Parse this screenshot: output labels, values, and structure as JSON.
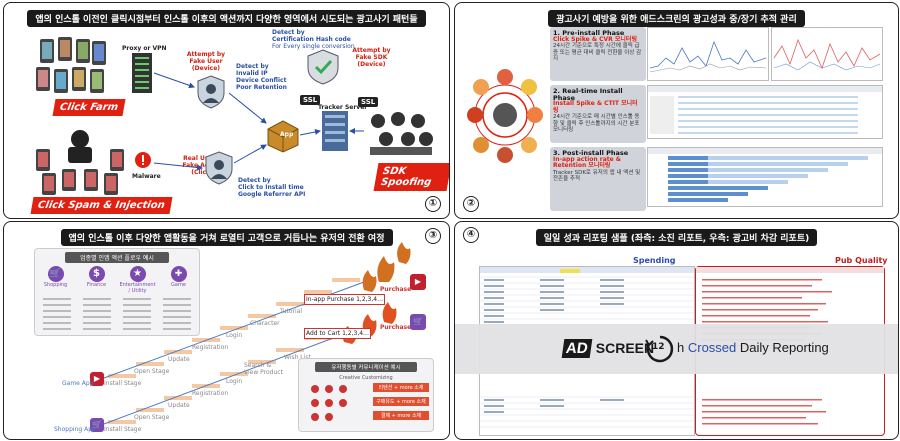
{
  "panel1": {
    "title": "앱의 인스톨 이전인 클릭시점부터 인스톨 이후의 액션까지 다양한 영역에서 시도되는 광고사기 패턴들",
    "number": "①",
    "click_farm": "Click Farm",
    "click_spam": "Click Spam & Injection",
    "sdk_spoofing": "SDK Spoofing",
    "proxy": "Proxy or VPN",
    "malware": "Malware",
    "fake_user_attempt": "Attempt by",
    "fake_user": "Fake User",
    "fake_user_sub": "(Device)",
    "detect1_a": "Detect by",
    "detect1_b": "Invalid IP",
    "detect1_c": "Device Conflict",
    "detect1_d": "Poor Retention",
    "detect2_a": "Detect by",
    "detect2_b": "Certification Hash code",
    "detect2_c": "For Every single conversion",
    "attempt_sdk_a": "Attempt by",
    "attempt_sdk_b": "Fake SDK",
    "attempt_sdk_c": "(Device)",
    "ssl": "SSL",
    "tracker": "Tracker Server",
    "app": "App",
    "real_user_a": "Real User's",
    "real_user_b": "Fake Action",
    "real_user_c": "(Click)",
    "detect3_a": "Detect by",
    "detect3_b": "Click to Install time",
    "detect3_c": "Google Referrer API"
  },
  "panel2": {
    "title": "광고사기 예방을 위한 애드스크린의 광고성과 중/장기 추적 관리",
    "number": "②",
    "phase1_title": "1. Pre-install Phase",
    "phase1_sub": "Click Spike & CVR 모니터링",
    "phase1_body": "24시간 기준으로 특정 시간에 클릭 급증 또는 평균 대비 클릭 전환율 이상 감지",
    "phase2_title": "2. Real-time Install Phase",
    "phase2_sub": "Install Spike & CTIT 모니터링",
    "phase2_body": "24시간 기준으로 매 시간별 인스톨 동향 및 클릭 후 인스톨까지의 시간 분포 모니터링",
    "phase3_title": "3. Post-install Phase",
    "phase3_sub": "In-app action rate & Retention 모니터링",
    "phase3_body": "Tracker SDK로 유저의 앱 내 액션 및 잔존율 추적"
  },
  "panel3": {
    "title": "앱의 인스톨 이후 다양한 앱활동을 거쳐 로열티 고객으로 거듭나는 유저의 전환 여정",
    "number": "③",
    "card_title": "업종별 인앱 액션 플로우 예시",
    "categories": [
      "Shopping",
      "Finance",
      "Entertainment / Utility",
      "Game"
    ],
    "game_app": "Game App",
    "shopping_app": "Shopping App",
    "install": "Install Stage",
    "open": "Open Stage",
    "update": "Update",
    "registration": "Registration",
    "login": "Login",
    "character": "Character",
    "tutorial": "Tutorial",
    "search": "Search & View Product",
    "wish": "Wish List",
    "add_cart": "Add to Cart",
    "purchase": "Purchase",
    "inapp_purchase": "In-app Purchase",
    "levels": "1,2,3,4…",
    "custom_title": "유저행동별 커뮤니케이션 예시",
    "custom_sub": "Creative Customizing",
    "custom_items": [
      "리텐션 + more 소재",
      "구매유도 + more 소재",
      "결제 + more 소재"
    ]
  },
  "panel4": {
    "title": "일일 성과 리포팅 샘플 (좌측: 소진 리포트, 우측: 광고비 차감 리포트)",
    "number": "④",
    "spending": "Spending",
    "pub_quality": "Pub Quality",
    "brand_ad": "AD",
    "brand_screen": "SCREEN",
    "clock_num": "12",
    "clock_h": "h",
    "crossed": "Crossed",
    "daily": "Daily Reporting"
  },
  "colors": {
    "accent_red": "#e02010",
    "detect_blue": "#2a4ea8",
    "title_bg": "#1a1a1a",
    "stair_orange": "#f5c8a4",
    "phase_bg": "#d0d4da"
  }
}
